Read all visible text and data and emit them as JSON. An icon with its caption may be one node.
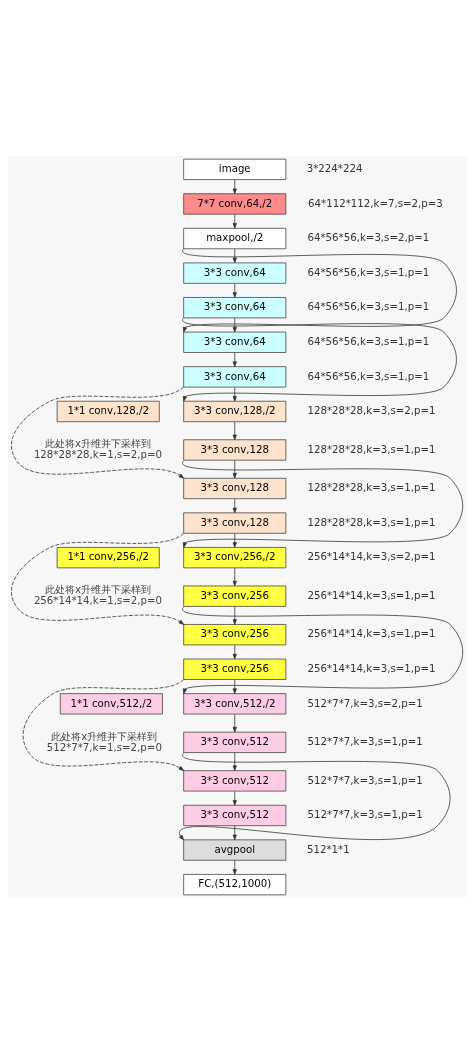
{
  "diagram": {
    "nodes": [
      {
        "text": [
          "image"
        ],
        "beside": [
          "3*224*224"
        ]
      },
      {
        "text": [
          "7*7 conv,64,/2"
        ],
        "beside": [
          "64*112*112,k=7,s=2,p=3"
        ]
      },
      {
        "text": [
          "maxpool,/2"
        ],
        "beside": [
          "64*56*56,k=3,s=2,p=1"
        ]
      },
      {
        "text": [
          "3*3 conv,64"
        ],
        "beside": [
          "64*56*56,k=3,s=1,p=1"
        ]
      },
      {
        "text": [
          "3*3 conv,64"
        ],
        "beside": [
          "64*56*56,k=3,s=1,p=1"
        ]
      },
      {
        "text": [
          "3*3 conv,64"
        ],
        "beside": [
          "64*56*56,k=3,s=1,p=1"
        ]
      },
      {
        "text": [
          "3*3 conv,64"
        ],
        "beside": [
          "64*56*56,k=3,s=1,p=1"
        ]
      },
      {
        "text": [
          "1*1 conv,128,/2"
        ],
        "beside": [
          "此处将x升维并下采样到128*28*28,k=1,s=2,p=0"
        ]
      },
      {
        "text": [
          "3*3 conv,128,/2"
        ],
        "beside": [
          "128*28*28,k=3,s=2,p=1"
        ]
      },
      {
        "text": [
          "3*3 conv,128"
        ],
        "beside": [
          "128*28*28,k=3,s=1,p=1"
        ]
      },
      {
        "text": [
          "3*3 conv,128"
        ],
        "beside": [
          "128*28*28,k=3,s=1,p=1"
        ]
      },
      {
        "text": [
          "3*3 conv,128"
        ],
        "beside": [
          "128*28*28,k=3,s=1,p=1"
        ]
      },
      {
        "text": [
          "1*1 conv,256,/2"
        ],
        "beside": [
          "此处将x升维并下采样到256*14*14,k=1,s=2,p=0"
        ]
      },
      {
        "text": [
          "3*3 conv,256,/2"
        ],
        "beside": [
          "256*14*14,k=3,s=2,p=1"
        ]
      },
      {
        "text": [
          "3*3 conv,256"
        ],
        "beside": [
          "256*14*14,k=3,s=1,p=1"
        ]
      },
      {
        "text": [
          "3*3 conv,256"
        ],
        "beside": [
          "256*14*14,k=3,s=1,p=1"
        ]
      },
      {
        "text": [
          "3*3 conv,256"
        ],
        "beside": [
          "256*14*14,k=3,s=1,p=1"
        ]
      },
      {
        "text": [
          "1*1 conv,512,/2"
        ],
        "beside": [
          "此处将x升维并下采样到512*7*7,k=1,s=2,p=0"
        ]
      },
      {
        "text": [
          "3*3 conv,512,/2"
        ],
        "beside": [
          "512*7*7,k=3,s=2,p=1"
        ]
      },
      {
        "text": [
          "3*3 conv,512"
        ],
        "beside": [
          "512*7*7,k=3,s=1,p=1"
        ]
      },
      {
        "text": [
          "3*3 conv,512"
        ],
        "beside": [
          "512*7*7,k=3,s=1,p=1"
        ]
      },
      {
        "text": [
          "3*3 conv,512"
        ],
        "beside": [
          "512*7*7,k=3,s=1,p=1"
        ]
      },
      {
        "text": [
          "avgpool"
        ],
        "beside": [
          "512*1*1"
        ]
      },
      {
        "text": [
          "FC,(512,1000)"
        ]
      }
    ],
    "edges": [
      {
        "from": 0,
        "to": 1,
        "arrow": "to"
      },
      {
        "from": 1,
        "to": 2,
        "arrow": "to"
      },
      {
        "from": 2,
        "to": 3,
        "arrow": "to"
      },
      {
        "from": 3,
        "to": 4,
        "arrow": "to"
      },
      {
        "from": 4,
        "to": 5,
        "arrow": "to"
      },
      {
        "from": 5,
        "to": 6,
        "arrow": "to"
      },
      {
        "from": 6,
        "to": 8,
        "arrow": "to"
      },
      {
        "from": 8,
        "to": 9,
        "arrow": "to"
      },
      {
        "from": 9,
        "to": 10,
        "arrow": "to"
      },
      {
        "from": 10,
        "to": 11,
        "arrow": "to"
      },
      {
        "from": 11,
        "to": 13,
        "arrow": "to"
      },
      {
        "from": 13,
        "to": 14,
        "arrow": "to"
      },
      {
        "from": 14,
        "to": 15,
        "arrow": "to"
      },
      {
        "from": 15,
        "to": 16,
        "arrow": "to"
      },
      {
        "from": 16,
        "to": 18,
        "arrow": "to"
      },
      {
        "from": 18,
        "to": 19,
        "arrow": "to"
      },
      {
        "from": 19,
        "to": 20,
        "arrow": "to"
      },
      {
        "from": 20,
        "to": 21,
        "arrow": "to"
      },
      {
        "from": 21,
        "to": 22,
        "arrow": "to"
      },
      {
        "from": 22,
        "to": 23,
        "arrow": "to"
      },
      {
        "from": 2,
        "to": 5,
        "arrow": "to"
      },
      {
        "from": 4,
        "to": 8,
        "arrow": "to"
      },
      {
        "from": 6,
        "to": 10,
        "arrow": "to",
        "style": "dashed"
      },
      {
        "from": 9,
        "to": 13,
        "arrow": "to"
      },
      {
        "from": 11,
        "to": 15,
        "arrow": "to",
        "style": "dashed"
      },
      {
        "from": 14,
        "to": 18,
        "arrow": "to"
      },
      {
        "from": 16,
        "to": 20,
        "arrow": "to",
        "style": "dashed"
      },
      {
        "from": 19,
        "to": 22,
        "arrow": "to"
      }
    ]
  }
}
